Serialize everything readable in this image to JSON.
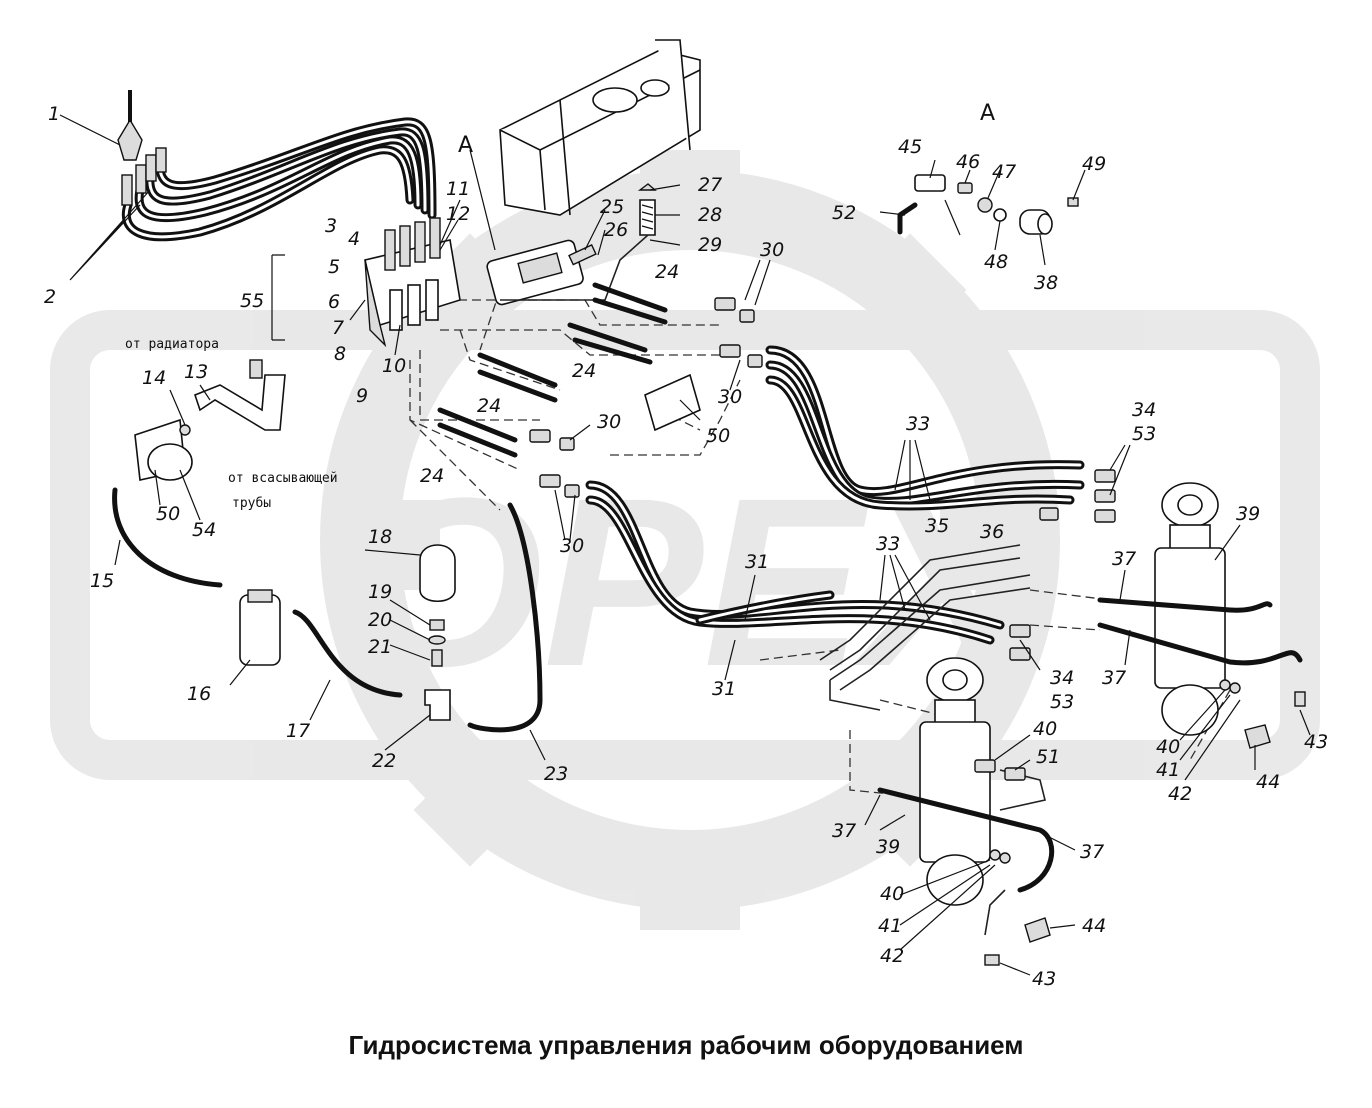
{
  "caption": "Гидросистема управления рабочим оборудованием",
  "watermark": "ОРЕХ",
  "view_marks": [
    "A",
    "A"
  ],
  "notes": {
    "from_radiator": "от радиатора",
    "from_suction_1": "от всасывающей",
    "from_suction_2": "трубы"
  },
  "callouts": [
    "1",
    "2",
    "3",
    "4",
    "5",
    "6",
    "7",
    "8",
    "9",
    "10",
    "11",
    "12",
    "13",
    "14",
    "15",
    "16",
    "17",
    "18",
    "19",
    "20",
    "21",
    "22",
    "23",
    "24",
    "24",
    "24",
    "24",
    "24",
    "25",
    "26",
    "27",
    "28",
    "29",
    "30",
    "30",
    "30",
    "30",
    "31",
    "31",
    "33",
    "33",
    "34",
    "34",
    "35",
    "36",
    "37",
    "37",
    "37",
    "37",
    "38",
    "39",
    "39",
    "40",
    "40",
    "40",
    "41",
    "41",
    "42",
    "42",
    "43",
    "43",
    "44",
    "44",
    "45",
    "46",
    "47",
    "48",
    "49",
    "50",
    "50",
    "51",
    "52",
    "53",
    "53",
    "54",
    "55"
  ]
}
